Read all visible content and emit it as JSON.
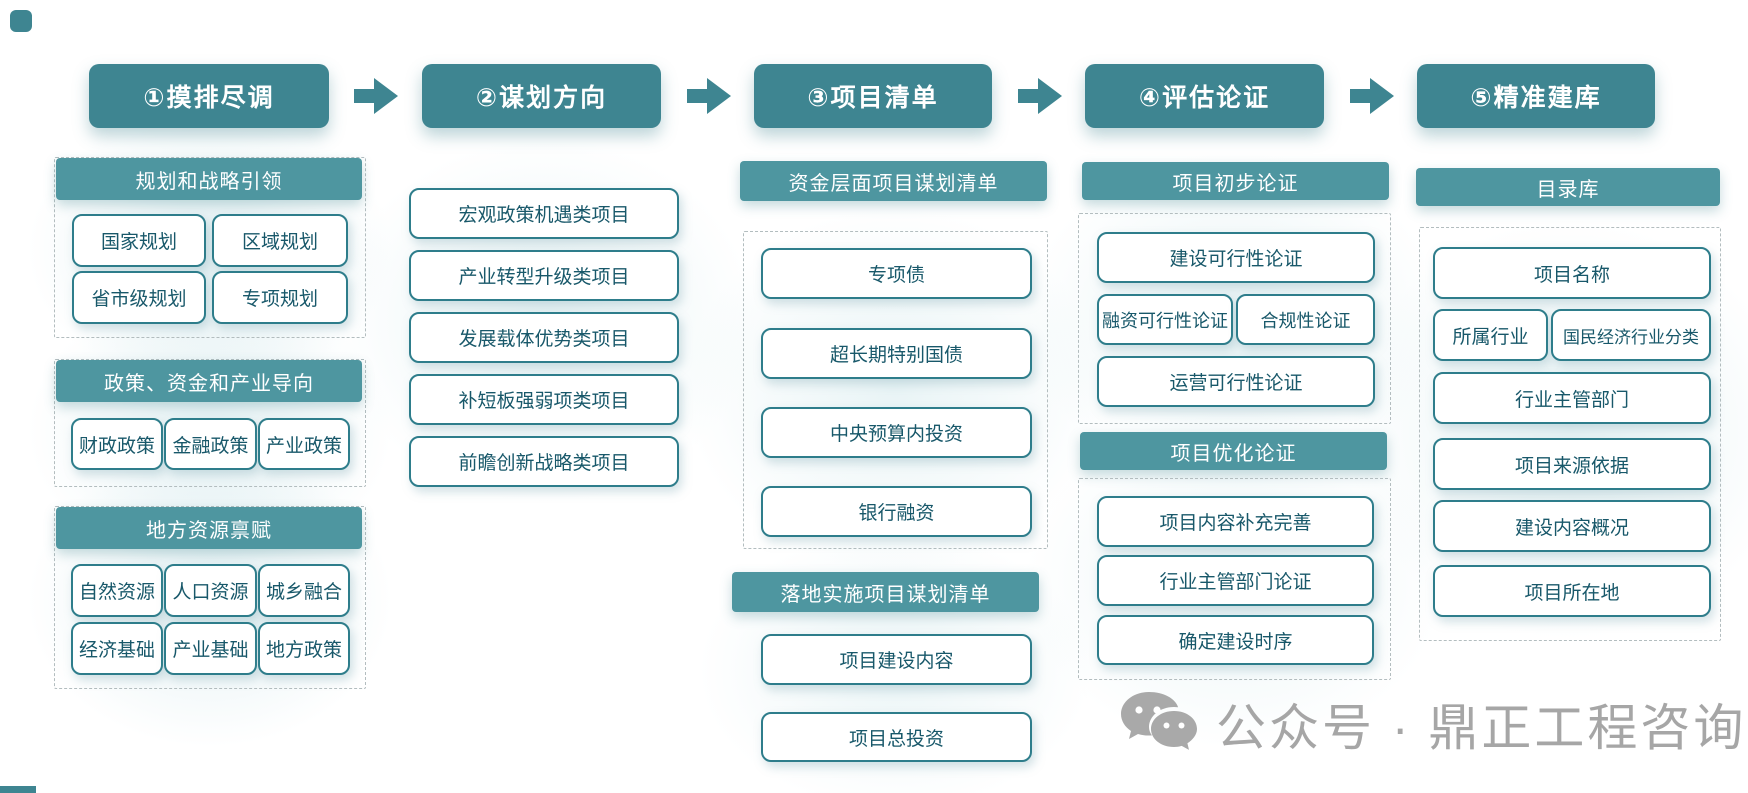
{
  "colors": {
    "header_teal": "#3E8591",
    "bar_teal": "#4E96A0",
    "box_border": "#2E7D8B",
    "box_text": "#18586A",
    "dash_gray": "#B3BDBF",
    "watermark_gray": "#A6A6A6"
  },
  "flow_steps": [
    "①摸排尽调",
    "②谋划方向",
    "③项目清单",
    "④评估论证",
    "⑤精准建库"
  ],
  "col1": {
    "groups": [
      {
        "title": "规划和战略引领",
        "items": [
          "国家规划",
          "区域规划",
          "省市级规划",
          "专项规划"
        ]
      },
      {
        "title": "政策、资金和产业导向",
        "items": [
          "财政政策",
          "金融政策",
          "产业政策"
        ]
      },
      {
        "title": "地方资源禀赋",
        "items": [
          "自然资源",
          "人口资源",
          "城乡融合",
          "经济基础",
          "产业基础",
          "地方政策"
        ]
      }
    ]
  },
  "col2": {
    "items": [
      "宏观政策机遇类项目",
      "产业转型升级类项目",
      "发展载体优势类项目",
      "补短板强弱项类项目",
      "前瞻创新战略类项目"
    ]
  },
  "col3": {
    "groups": [
      {
        "title": "资金层面项目谋划清单",
        "items": [
          "专项债",
          "超长期特别国债",
          "中央预算内投资",
          "银行融资"
        ]
      },
      {
        "title": "落地实施项目谋划清单",
        "items": [
          "项目建设内容",
          "项目总投资"
        ]
      }
    ]
  },
  "col4": {
    "groups": [
      {
        "title": "项目初步论证",
        "items": [
          "建设可行性论证",
          "融资可行性论证",
          "合规性论证",
          "运营可行性论证"
        ]
      },
      {
        "title": "项目优化论证",
        "items": [
          "项目内容补充完善",
          "行业主管部门论证",
          "确定建设时序"
        ]
      }
    ]
  },
  "col5": {
    "group": {
      "title": "目录库",
      "items": [
        "项目名称",
        "所属行业",
        "国民经济行业分类",
        "行业主管部门",
        "项目来源依据",
        "建设内容概况",
        "项目所在地"
      ]
    }
  },
  "watermark": {
    "text": "公众号 · 鼎正工程咨询",
    "icon": "wechat-icon"
  }
}
